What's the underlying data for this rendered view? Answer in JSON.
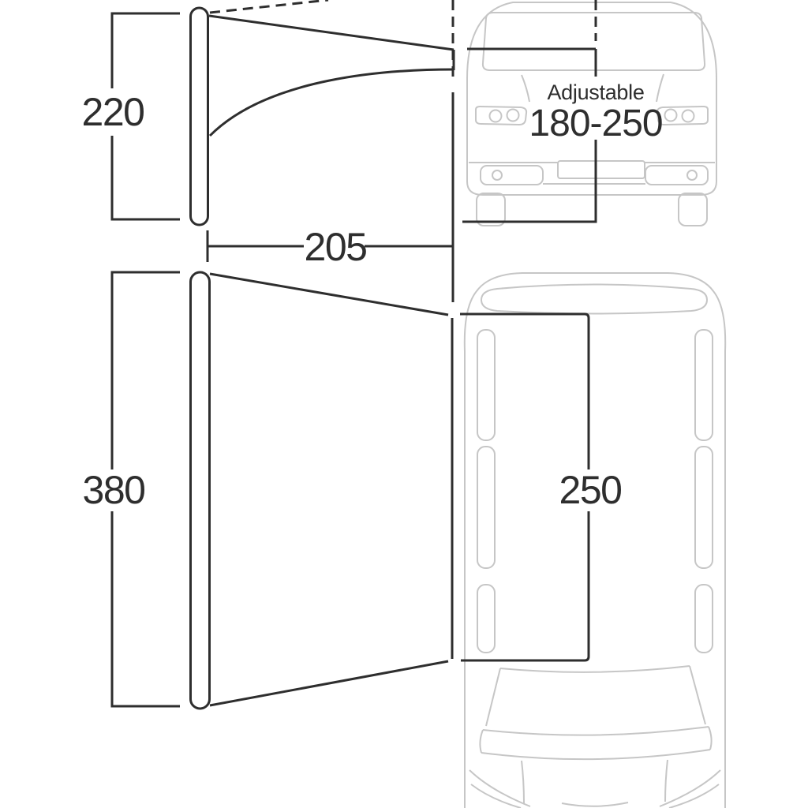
{
  "colors": {
    "ink": "#2e2e2e",
    "outline": "#c6c6c6",
    "background": "#ffffff"
  },
  "side_view": {
    "height_label": "220",
    "depth_label": "205"
  },
  "front_view": {
    "rail_label": "Adjustable",
    "rail_range": "180-250"
  },
  "top_view": {
    "width_label": "380",
    "van_length_label": "250"
  }
}
